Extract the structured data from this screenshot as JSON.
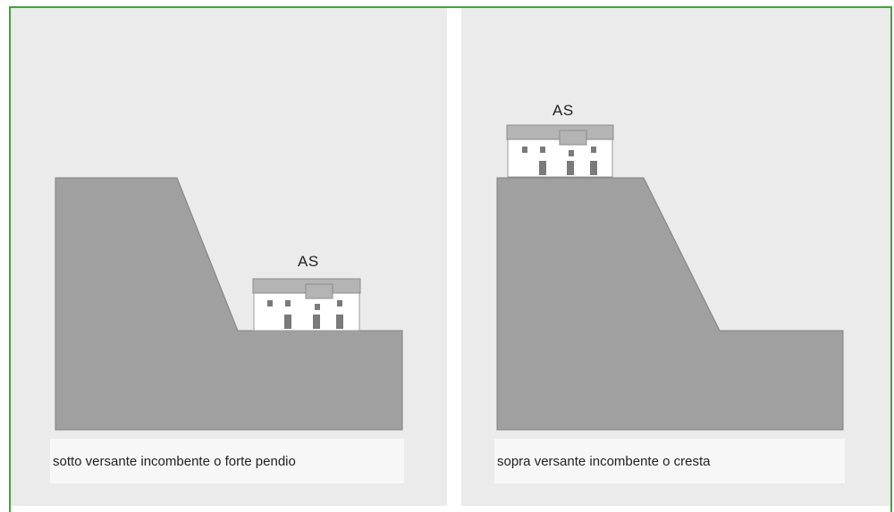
{
  "colors": {
    "border": "#3fa535",
    "background": "#ebebeb",
    "terrain": "#a0a0a0",
    "roof": "#b4b4b4",
    "building_wall": "#ffffff",
    "window": "#7a7a7a"
  },
  "panels": [
    {
      "id": "left",
      "building_label": "AS",
      "caption": "sotto versante incombente o forte pendio"
    },
    {
      "id": "right",
      "building_label": "AS",
      "caption": "sopra versante incombente o cresta"
    }
  ]
}
